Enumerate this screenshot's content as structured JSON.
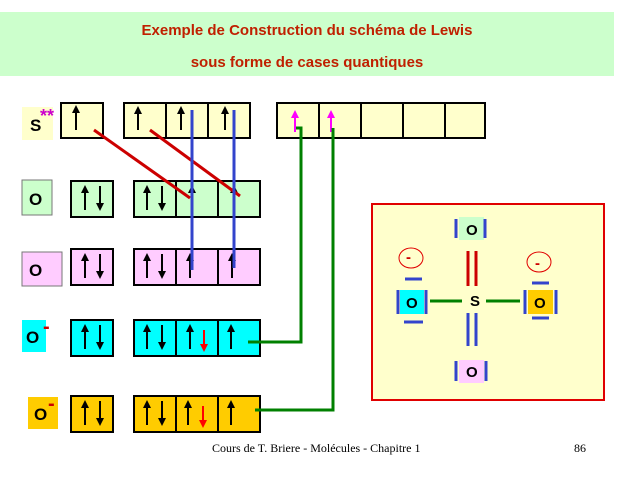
{
  "header": {
    "title_line1": "Exemple de Construction du schéma de Lewis",
    "title_line2": "sous forme de cases quantiques"
  },
  "rows": {
    "sulfur": {
      "symbol": "S",
      "mark": "**"
    },
    "oxygen1": {
      "symbol": "O"
    },
    "oxygen2": {
      "symbol": "O"
    },
    "oxygen3": {
      "symbol": "O",
      "charge": "-"
    },
    "oxygen4": {
      "symbol": "O",
      "charge": "-"
    }
  },
  "lewis": {
    "center": "S",
    "top": "O",
    "bottom": "O",
    "left": "O",
    "right": "O",
    "left_charge": "-",
    "right_charge": "-"
  },
  "footer": {
    "credit": "Cours de T. Briere - Molécules - Chapitre 1",
    "page": "86"
  },
  "colors": {
    "banner": "#ccffcc",
    "title": "#c02000",
    "sulfur_boxes": "#ffffcc",
    "oxygen1": "#ccffcc",
    "oxygen2": "#ffccff",
    "oxygen3": "#00ffff",
    "oxygen4": "#ffcc00",
    "frame": "#e00000",
    "red_line": "#cc0000",
    "blue_line": "#3344cc",
    "green_line": "#008000",
    "magenta_arrow": "#ff00ff"
  }
}
